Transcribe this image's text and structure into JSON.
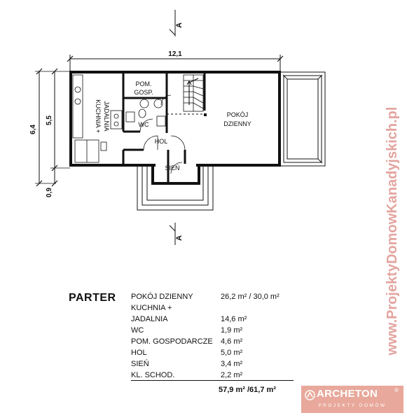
{
  "plan": {
    "section_marker": "A",
    "dimensions": {
      "total_width": "12,1",
      "height_total": "6,4",
      "height_main": "5,5",
      "height_vest": "0,9"
    },
    "rooms": {
      "pokoj_dzienny_1": "POKÓJ",
      "pokoj_dzienny_2": "DZIENNY",
      "pom_gosp_1": "POM.",
      "pom_gosp_2": "GOSP.",
      "kuchnia_1": "KUCHNIA +",
      "kuchnia_2": "JADALNIA",
      "wc": "WC",
      "hol": "HOL",
      "sien": "SIEŃ"
    }
  },
  "table": {
    "title": "PARTER",
    "rows": [
      {
        "name": "POKÓJ DZIENNY",
        "value": "26,2 m² / 30,0 m²"
      },
      {
        "name": "KUCHNIA +",
        "value": ""
      },
      {
        "name": "JADALNIA",
        "value": "14,6 m²"
      },
      {
        "name": "WC",
        "value": "1,9 m²"
      },
      {
        "name": "POM. GOSPODARCZE",
        "value": "4,6 m²"
      },
      {
        "name": "HOL",
        "value": "5,0 m²"
      },
      {
        "name": "SIEŃ",
        "value": "3,4 m²"
      },
      {
        "name": "KL. SCHOD.",
        "value": "2,2 m²"
      }
    ],
    "total": "57,9 m² /61,7 m²"
  },
  "watermark": "www.ProjektyDomowKanadyjskich.pl",
  "logo": {
    "name": "ARCHETON",
    "reg": "®",
    "tagline": "PROJEKTY DOMÓW"
  },
  "colors": {
    "wall": "#111111",
    "watermark": "#e3a59f",
    "logo_bg": "#e8a89b"
  }
}
